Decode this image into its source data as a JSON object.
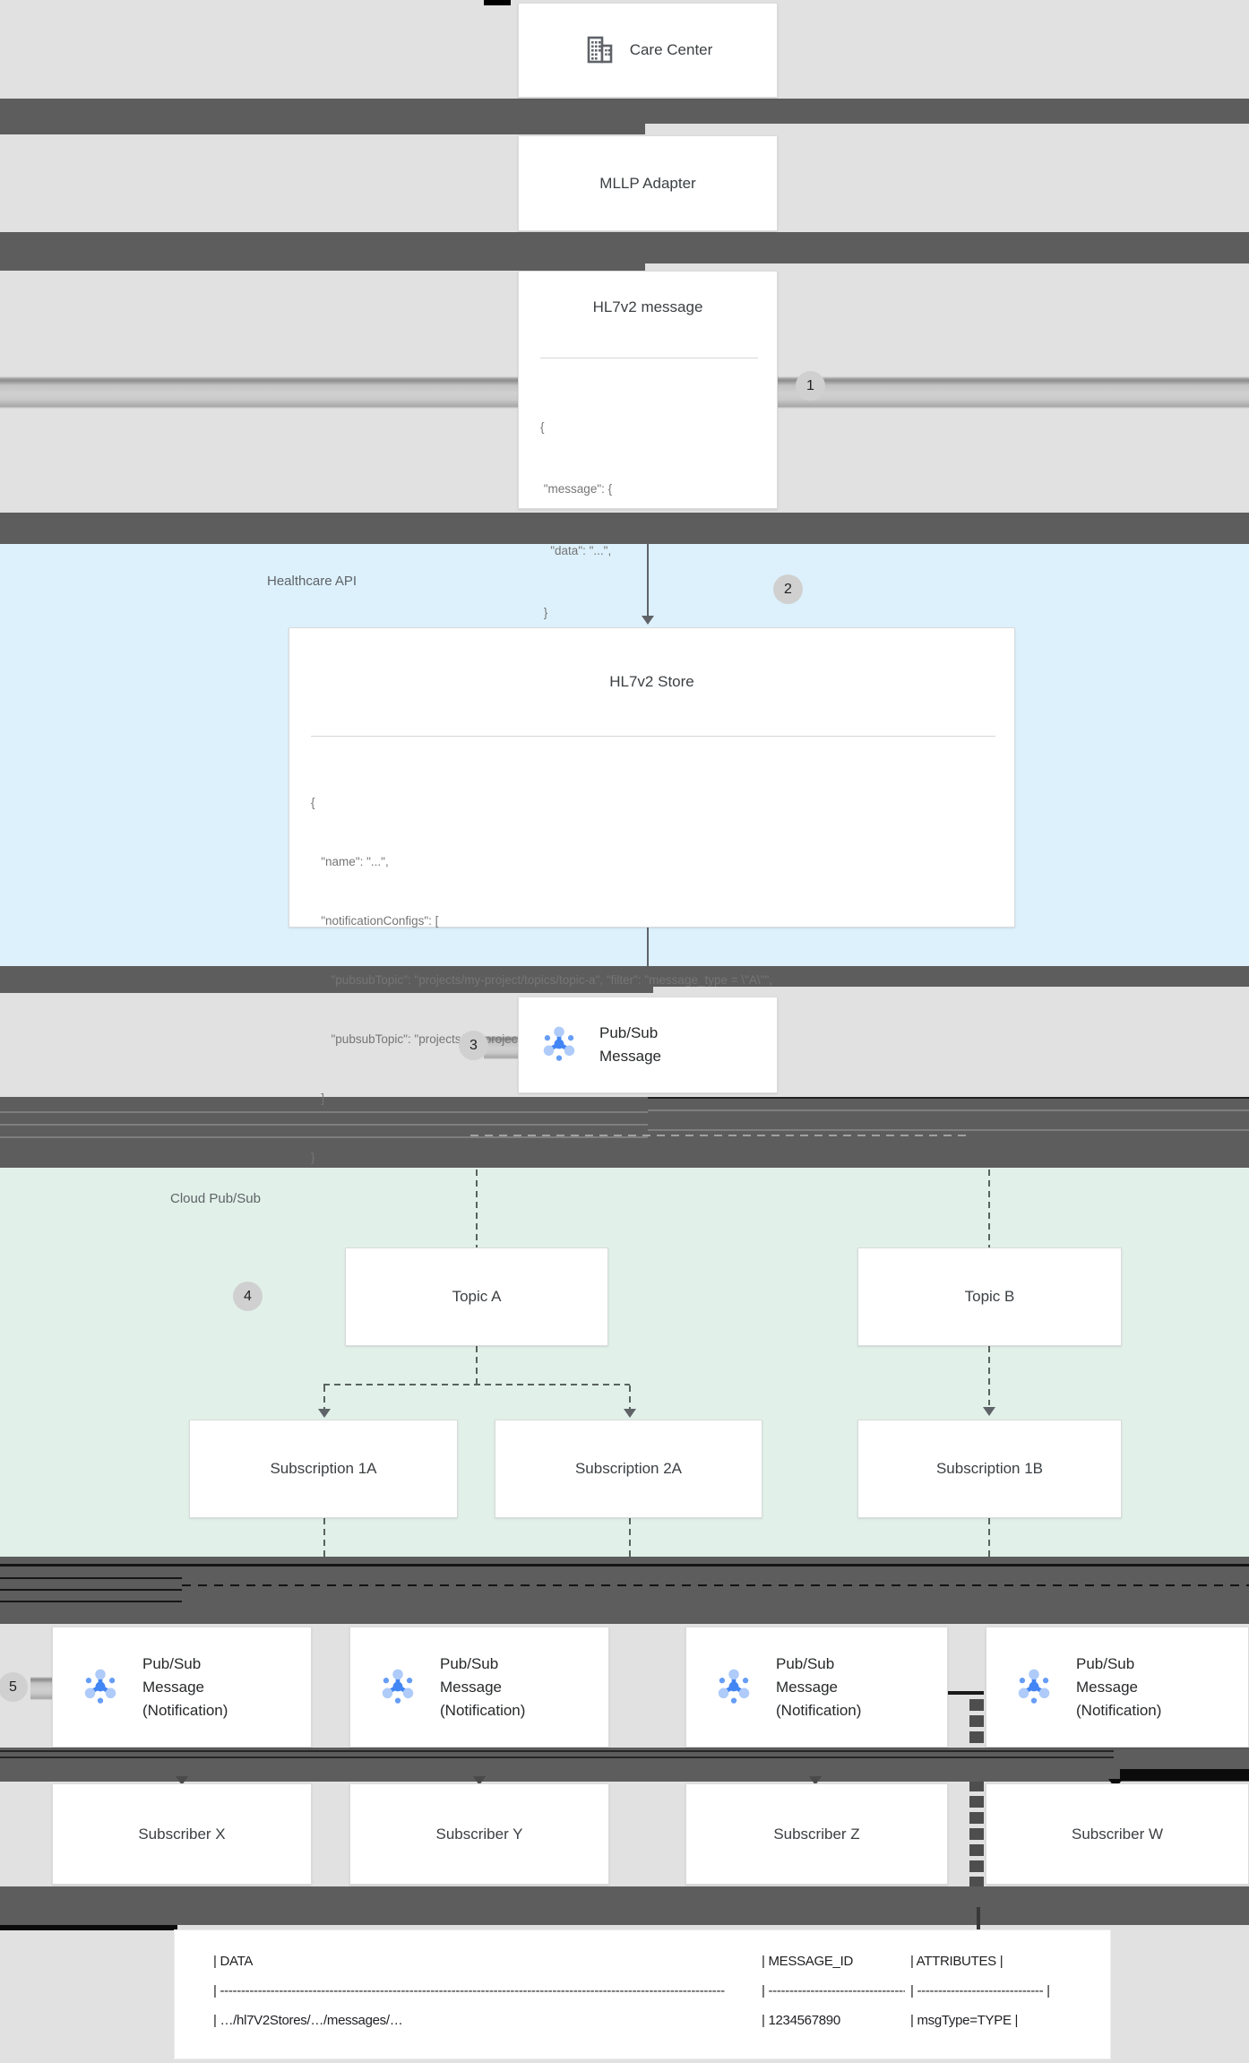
{
  "badges": {
    "one": "1",
    "two": "2",
    "three": "3",
    "four": "4",
    "five": "5"
  },
  "care_center": {
    "label": "Care Center"
  },
  "mllp": {
    "label": "MLLP Adapter"
  },
  "hl7_message": {
    "title": "HL7v2 message",
    "code": [
      "{",
      " \"message\": {",
      "   \"data\": \"...\",",
      " }",
      "}"
    ]
  },
  "healthcare_api": {
    "label": "Healthcare API",
    "store": {
      "title": "HL7v2 Store",
      "code": [
        "{",
        "   \"name\": \"...\",",
        "   \"notificationConfigs\": [",
        "      \"pubsubTopic\": \"projects/my-project/topics/topic-a\", \"filter\": \"message_type = \\\"A\\\"\",",
        "      \"pubsubTopic\": \"projects/my-project/topics/topic-b\", \"filter\": \"message_type = \\\"B\\\"\"",
        "   ]",
        "}"
      ]
    }
  },
  "pubsub_box": {
    "line1": "Pub/Sub",
    "line2": "Message"
  },
  "cloud_pubsub": {
    "label": "Cloud Pub/Sub",
    "topic_a": "Topic A",
    "topic_b": "Topic B",
    "sub_1a": "Subscription 1A",
    "sub_2a": "Subscription 2A",
    "sub_1b": "Subscription 1B"
  },
  "notification": {
    "line1": "Pub/Sub",
    "line2": "Message",
    "line3": "(Notification)"
  },
  "subscribers": {
    "x": "Subscriber X",
    "y": "Subscriber Y",
    "z": "Subscriber Z",
    "w": "Subscriber W"
  },
  "table": {
    "header": {
      "data": "| DATA",
      "message_id": "| MESSAGE_ID",
      "attributes": "| ATTRIBUTES |"
    },
    "divider": {
      "data": "| ------------------------------------------------------------------------------------------------------------------------",
      "message_id": "| ----------------------------------------",
      "attributes": "| ------------------------------ |"
    },
    "row": {
      "data": "| …/hl7V2Stores/…/messages/…",
      "message_id": "| 1234567890",
      "attributes": "| msgType=TYPE |"
    }
  },
  "colors": {
    "separator_band": "#5d5d5d",
    "healthcare_section": "#ddf1fc",
    "pubsub_section": "#e1f1e9",
    "pubsub_blue": "#4285f4",
    "pubsub_light_blue": "#aecbfa",
    "pubsub_mid_blue": "#669df6"
  }
}
